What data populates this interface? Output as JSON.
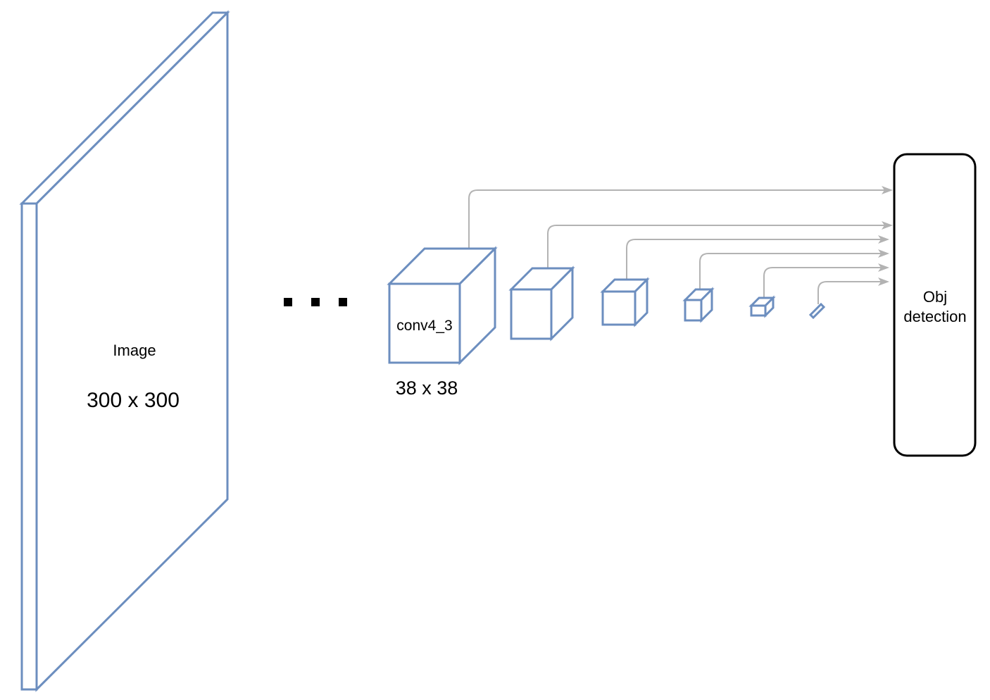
{
  "input_image": {
    "label": "Image",
    "size": "300 x 300"
  },
  "ellipsis": "...",
  "conv4_3": {
    "label": "conv4_3",
    "size": "38 x 38"
  },
  "detector": {
    "line1": "Obj",
    "line2": "detection"
  },
  "colors": {
    "layer_stroke": "#6c8ebf",
    "connector": "#b3b3b3",
    "detector_stroke": "#000000"
  }
}
